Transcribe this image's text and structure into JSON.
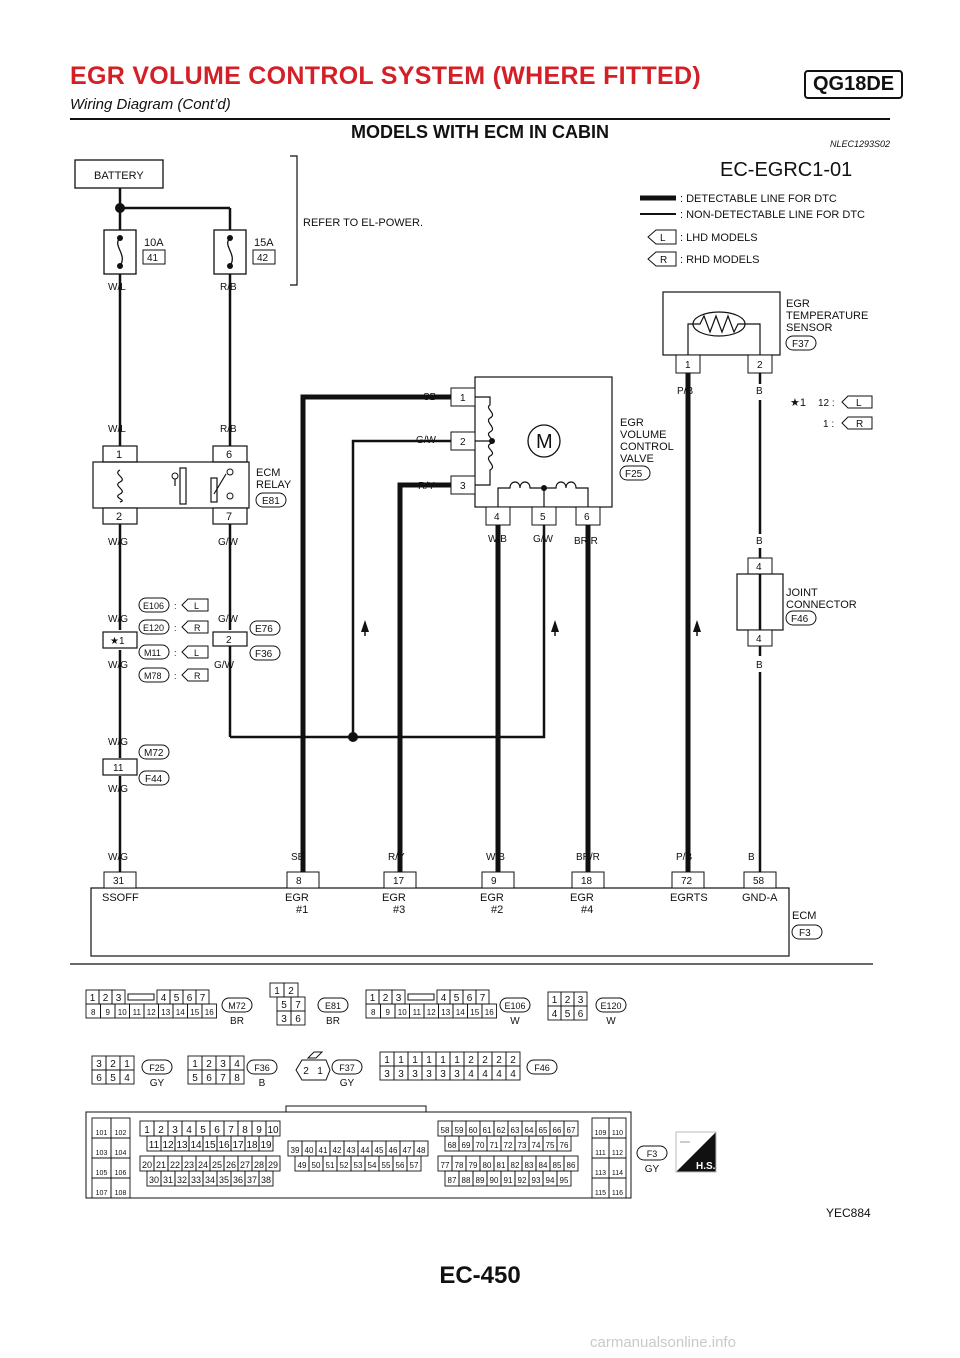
{
  "header": {
    "title": "EGR VOLUME CONTROL SYSTEM (WHERE FITTED)",
    "badge": "QG18DE",
    "subtitle": "Wiring Diagram (Cont’d)"
  },
  "section": {
    "title": "MODELS WITH ECM IN CABIN",
    "code": "NLEC1293S02"
  },
  "diagram": {
    "id": "EC-EGRC1-01",
    "battery": "BATTERY",
    "refer_note": "REFER TO EL-POWER.",
    "fuse1": {
      "rating": "10A",
      "number": "41",
      "wire": "W/L"
    },
    "fuse2": {
      "rating": "15A",
      "number": "42",
      "wire": "R/B"
    },
    "legend": {
      "detectable": ": DETECTABLE LINE FOR DTC",
      "non_detectable": ": NON-DETECTABLE LINE FOR DTC",
      "l_tag": "L",
      "l_text": ": LHD MODELS",
      "r_tag": "R",
      "r_text": ": RHD MODELS"
    },
    "ecm_relay": {
      "name": "ECM\nRELAY",
      "line1": "ECM",
      "line2": "RELAY",
      "conn": "E81",
      "p1": "1",
      "p6": "6",
      "p2": "2",
      "p7": "7",
      "w1": "W/L",
      "w6": "R/B",
      "w2": "W/G",
      "w7": "G/W"
    },
    "egr_temp": {
      "line1": "EGR",
      "line2": "TEMPERATURE",
      "line3": "SENSOR",
      "conn": "F37",
      "p1": "1",
      "p2": "2",
      "w1": "P/B",
      "w2": "B"
    },
    "egr_valve": {
      "line1": "EGR",
      "line2": "VOLUME",
      "line3": "CONTROL",
      "line4": "VALVE",
      "conn": "F25",
      "motor": "M",
      "p1": "1",
      "p2": "2",
      "p3": "3",
      "p4": "4",
      "p5": "5",
      "p6": "6",
      "w1": "SB",
      "w2": "G/W",
      "w3": "R/Y",
      "w4": "W/B",
      "w5": "G/W",
      "w6": "BR/R"
    },
    "star_note": {
      "star": "★1",
      "v1": "12 :",
      "t1": "L",
      "v2": "1 :",
      "t2": "R"
    },
    "joint": {
      "line1": "JOINT",
      "line2": "CONNECTOR",
      "conn": "F46",
      "pin": "4",
      "wire_top": "B",
      "wire_mid": "B",
      "wire_bot": "B"
    },
    "left_conns": {
      "wg": "W/G",
      "star": "★1",
      "e106": "E106",
      "e120": "E120",
      "m11": "M11",
      "m78": "M78",
      "t_l": "L",
      "t_r": "R",
      "colon": ":",
      "gw": "G/W",
      "pin2": "2",
      "e76": "E76",
      "f36": "F36",
      "pin11": "11",
      "m72": "M72",
      "f44": "F44"
    },
    "ecm": {
      "name": "ECM",
      "conn": "F3",
      "pins": [
        {
          "wire": "W/G",
          "pin": "31",
          "l1": "SSOFF",
          "l2": ""
        },
        {
          "wire": "SB",
          "pin": "8",
          "l1": "EGR",
          "l2": "#1"
        },
        {
          "wire": "R/Y",
          "pin": "17",
          "l1": "EGR",
          "l2": "#3"
        },
        {
          "wire": "W/B",
          "pin": "9",
          "l1": "EGR",
          "l2": "#2"
        },
        {
          "wire": "BR/R",
          "pin": "18",
          "l1": "EGR",
          "l2": "#4"
        },
        {
          "wire": "P/B",
          "pin": "72",
          "l1": "EGRTS",
          "l2": ""
        },
        {
          "wire": "B",
          "pin": "58",
          "l1": "GND-A",
          "l2": ""
        }
      ]
    }
  },
  "connector_views": {
    "m72": {
      "name": "M72",
      "color": "BR",
      "top": [
        "1",
        "2",
        "3",
        "4",
        "5",
        "6",
        "7"
      ],
      "bottom": [
        "8",
        "9",
        "10",
        "11",
        "12",
        "13",
        "14",
        "15",
        "16"
      ]
    },
    "e81": {
      "name": "E81",
      "color": "BR",
      "top": [
        "1",
        "2"
      ],
      "mid": [
        "5",
        "7"
      ],
      "bottom": [
        "3",
        "6"
      ]
    },
    "e106": {
      "name": "E106",
      "color": "W",
      "top": [
        "1",
        "2",
        "3",
        "4",
        "5",
        "6",
        "7"
      ],
      "bottom": [
        "8",
        "9",
        "10",
        "11",
        "12",
        "13",
        "14",
        "15",
        "16"
      ]
    },
    "e120": {
      "name": "E120",
      "color": "W",
      "top": [
        "1",
        "2",
        "3"
      ],
      "bottom": [
        "4",
        "5",
        "6"
      ]
    },
    "f25": {
      "name": "F25",
      "color": "GY",
      "top": [
        "3",
        "2",
        "1"
      ],
      "bottom": [
        "6",
        "5",
        "4"
      ]
    },
    "f36": {
      "name": "F36",
      "color": "B",
      "top": [
        "1",
        "2",
        "3",
        "4"
      ],
      "bottom": [
        "5",
        "6",
        "7",
        "8"
      ]
    },
    "f37": {
      "name": "F37",
      "color": "GY",
      "pins": [
        "2",
        "1"
      ]
    },
    "f46": {
      "name": "F46",
      "top": [
        "1",
        "1",
        "1",
        "1",
        "1",
        "1",
        "2",
        "2",
        "2",
        "2"
      ],
      "bottom": [
        "3",
        "3",
        "3",
        "3",
        "3",
        "3",
        "4",
        "4",
        "4",
        "4"
      ]
    },
    "f3": {
      "name": "F3",
      "color": "GY",
      "hs": "H.S.",
      "left_block": [
        "101",
        "102",
        "103",
        "104",
        "105",
        "106",
        "107",
        "108"
      ],
      "row1": [
        "1",
        "2",
        "3",
        "4",
        "5",
        "6",
        "7",
        "8",
        "9",
        "10"
      ],
      "row2": [
        "11",
        "12",
        "13",
        "14",
        "15",
        "16",
        "17",
        "18",
        "19"
      ],
      "row3": [
        "20",
        "21",
        "22",
        "23",
        "24",
        "25",
        "26",
        "27",
        "28",
        "29"
      ],
      "row4": [
        "30",
        "31",
        "32",
        "33",
        "34",
        "35",
        "36",
        "37",
        "38"
      ],
      "mid1": [
        "39",
        "40",
        "41",
        "42",
        "43",
        "44",
        "45",
        "46",
        "47",
        "48"
      ],
      "mid2": [
        "49",
        "50",
        "51",
        "52",
        "53",
        "54",
        "55",
        "56",
        "57"
      ],
      "r1": [
        "58",
        "59",
        "60",
        "61",
        "62",
        "63",
        "64",
        "65",
        "66",
        "67"
      ],
      "r2": [
        "68",
        "69",
        "70",
        "71",
        "72",
        "73",
        "74",
        "75",
        "76"
      ],
      "r3": [
        "77",
        "78",
        "79",
        "80",
        "81",
        "82",
        "83",
        "84",
        "85",
        "86"
      ],
      "r4": [
        "87",
        "88",
        "89",
        "90",
        "91",
        "92",
        "93",
        "94",
        "95"
      ],
      "right_block": [
        "109",
        "110",
        "111",
        "112",
        "113",
        "114",
        "115",
        "116"
      ]
    }
  },
  "footer": {
    "code": "YEC884",
    "page": "EC-450",
    "watermark": "carmanualsonline.info"
  }
}
